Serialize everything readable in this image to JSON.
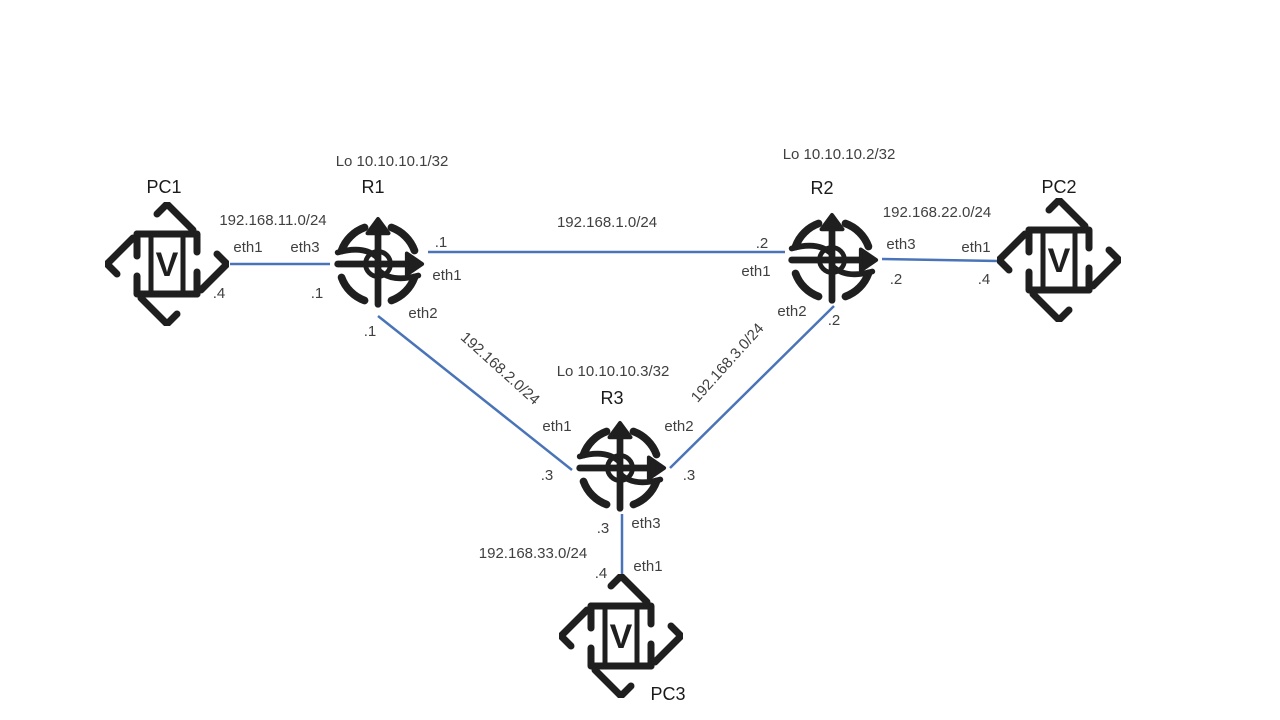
{
  "nodes": {
    "pc1": {
      "name": "PC1",
      "glyph": "V"
    },
    "pc2": {
      "name": "PC2",
      "glyph": "V"
    },
    "pc3": {
      "name": "PC3",
      "glyph": "V"
    },
    "r1": {
      "name": "R1",
      "loopback": "Lo 10.10.10.1/32"
    },
    "r2": {
      "name": "R2",
      "loopback": "Lo 10.10.10.2/32"
    },
    "r3": {
      "name": "R3",
      "loopback": "Lo 10.10.10.3/32"
    }
  },
  "links": {
    "pc1_r1": {
      "subnet": "192.168.11.0/24",
      "pc_iface": "eth1",
      "pc_host": ".4",
      "r_iface": "eth3",
      "r_host": ".1"
    },
    "r1_r2": {
      "subnet": "192.168.1.0/24",
      "r1_iface": "eth1",
      "r1_host": ".1",
      "r2_iface": "eth1",
      "r2_host": ".2"
    },
    "r2_pc2": {
      "subnet": "192.168.22.0/24",
      "r_iface": "eth3",
      "r_host": ".2",
      "pc_iface": "eth1",
      "pc_host": ".4"
    },
    "r1_r3": {
      "subnet": "192.168.2.0/24",
      "r1_iface": "eth2",
      "r1_host": ".1",
      "r3_iface": "eth1",
      "r3_host": ".3"
    },
    "r2_r3": {
      "subnet": "192.168.3.0/24",
      "r2_iface": "eth2",
      "r2_host": ".2",
      "r3_iface": "eth2",
      "r3_host": ".3"
    },
    "r3_pc3": {
      "subnet": "192.168.33.0/24",
      "r_iface": "eth3",
      "r_host": ".3",
      "pc_iface": "eth1",
      "pc_host": ".4"
    }
  },
  "colors": {
    "link": "#4a74b8",
    "icon": "#1f1f1f",
    "text": "#404040"
  },
  "icons": {
    "router": "router-icon",
    "pc": "vpc-icon"
  }
}
